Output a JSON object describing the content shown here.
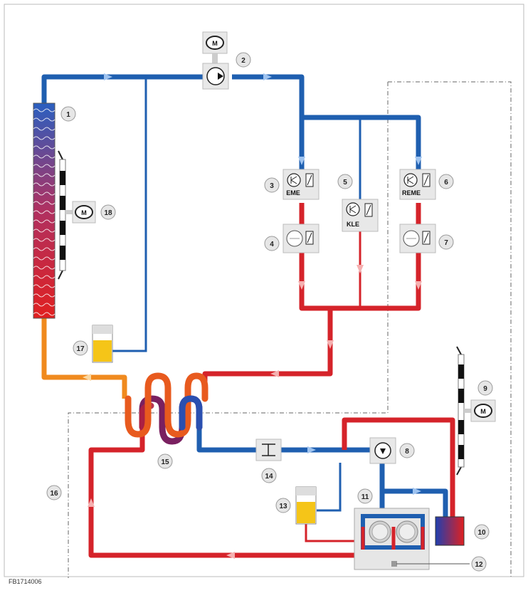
{
  "figure_code": "FB1714006",
  "colors": {
    "blue": "#1f5fb0",
    "red": "#d5232a",
    "orange": "#f08a1e",
    "yellow": "#f5c518",
    "callout": "#e6e6e6",
    "box": "#ededed"
  },
  "callouts": [
    "1",
    "2",
    "3",
    "4",
    "5",
    "6",
    "7",
    "8",
    "9",
    "10",
    "11",
    "12",
    "13",
    "14",
    "15",
    "16",
    "17",
    "18"
  ],
  "component_labels": {
    "eme": "EME",
    "kle": "KLE",
    "reme": "REME",
    "motor": "M"
  },
  "icons": [
    "motor-icon",
    "pump-icon",
    "transistor-icon",
    "thermostat-icon",
    "fan-icon"
  ]
}
